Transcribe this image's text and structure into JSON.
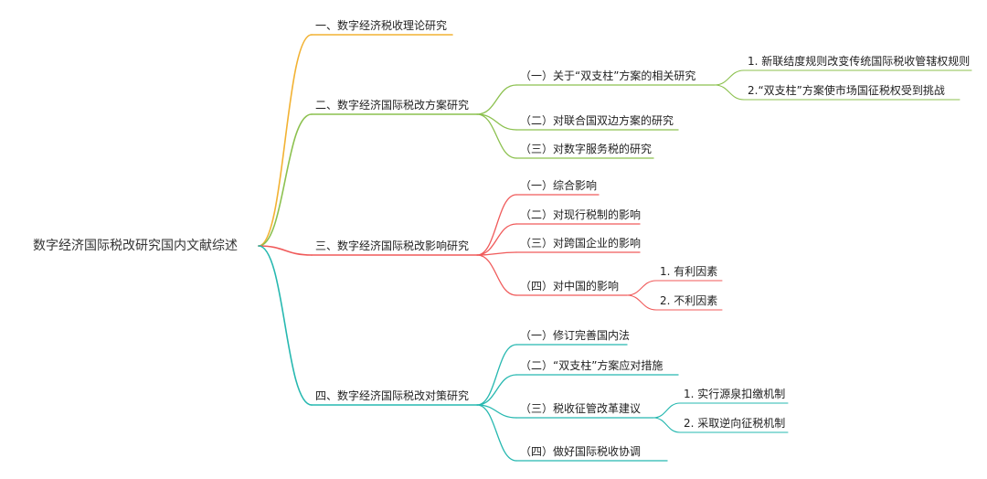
{
  "root": "数字经济国际税改研究国内文献综述",
  "colors": {
    "b1": "#f2b233",
    "b2": "#8cc14f",
    "b3": "#f05a5a",
    "b4": "#26b8b0"
  },
  "branches": [
    {
      "label": "一、数字经济税收理论研究",
      "color": "b1"
    },
    {
      "label": "二、数字经济国际税改方案研究",
      "color": "b2",
      "children": [
        {
          "label": "（一）关于“双支柱”方案的相关研究",
          "children": [
            {
              "label": "1. 新联结度规则改变传统国际税收管辖权规则"
            },
            {
              "label": "2.“双支柱”方案使市场国征税权受到挑战"
            }
          ]
        },
        {
          "label": "（二）对联合国双边方案的研究"
        },
        {
          "label": "（三）对数字服务税的研究"
        }
      ]
    },
    {
      "label": "三、数字经济国际税改影响研究",
      "color": "b3",
      "children": [
        {
          "label": "（一）综合影响"
        },
        {
          "label": "（二）对现行税制的影响"
        },
        {
          "label": "（三）对跨国企业的影响"
        },
        {
          "label": "（四）对中国的影响",
          "children": [
            {
              "label": "1. 有利因素"
            },
            {
              "label": "2. 不利因素"
            }
          ]
        }
      ]
    },
    {
      "label": "四、数字经济国际税改对策研究",
      "color": "b4",
      "children": [
        {
          "label": "（一）修订完善国内法"
        },
        {
          "label": "（二）“双支柱”方案应对措施"
        },
        {
          "label": "（三）税收征管改革建议",
          "children": [
            {
              "label": "1. 实行源泉扣缴机制"
            },
            {
              "label": "2. 采取逆向征税机制"
            }
          ]
        },
        {
          "label": "（四）做好国际税收协调"
        }
      ]
    }
  ]
}
